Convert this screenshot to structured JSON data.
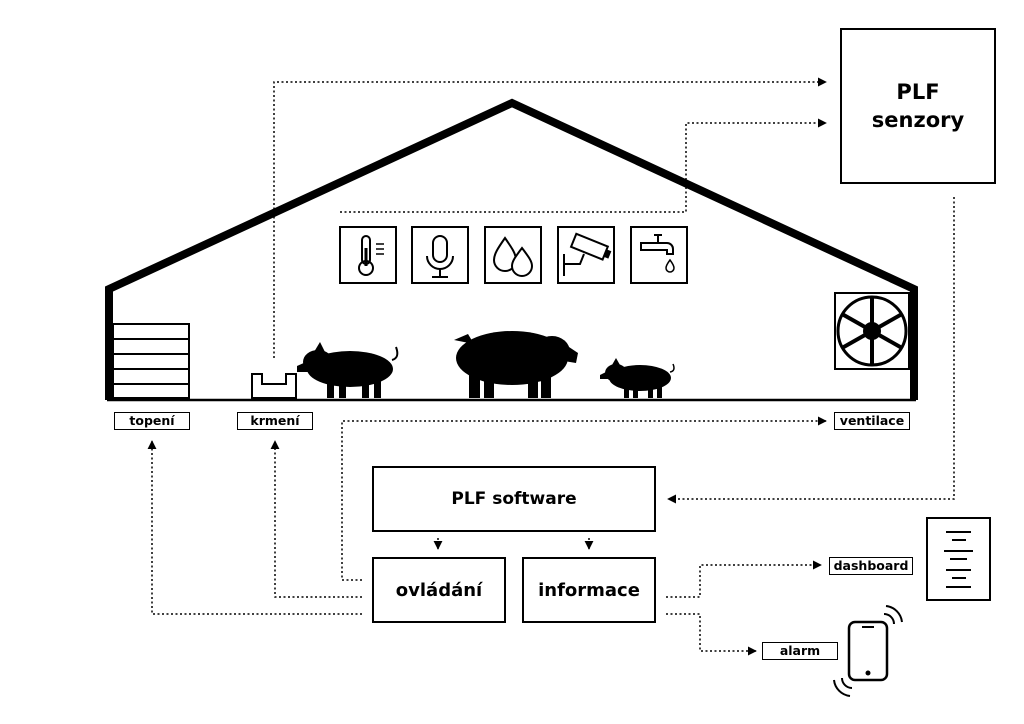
{
  "sensors_box": {
    "line1": "PLF",
    "line2": "senzory"
  },
  "software_box": {
    "label": "PLF software"
  },
  "control_box": {
    "label": "ovládání"
  },
  "info_box": {
    "label": "informace"
  },
  "tags": {
    "heating": "topení",
    "feeding": "krmení",
    "ventilation": "ventilace",
    "dashboard": "dashboard",
    "alarm": "alarm"
  },
  "sensor_icons": [
    "thermometer-icon",
    "microphone-icon",
    "water-drops-icon",
    "camera-icon",
    "water-tap-icon"
  ],
  "colors": {
    "line": "#000000",
    "background": "#ffffff"
  }
}
